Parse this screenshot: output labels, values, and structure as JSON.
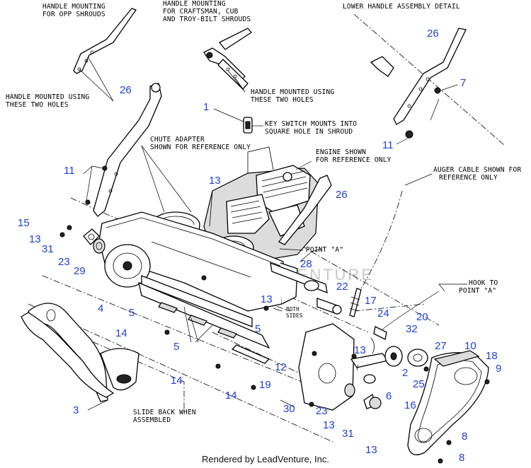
{
  "diagram": {
    "annotations": {
      "handle_mounting_opp": "HANDLE MOUNTING\nFOR OPP SHROUDS",
      "handle_mounting_craftsman": "HANDLE MOUNTING\nFOR CRAFTSMAN, CUB\nAND TROY-BILT SHROUDS",
      "lower_handle_detail": "LOWER HANDLE ASSEMBLY DETAIL",
      "handle_mounted_left": "HANDLE MOUNTED USING\nTHESE TWO HOLES",
      "handle_mounted_mid": "HANDLE MOUNTED USING\nTHESE TWO HOLES",
      "key_switch": "KEY SWITCH MOUNTS INTO\nSQUARE HOLE IN SHROUD",
      "chute_adapter": "CHUTE ADAPTER\nSHOWN FOR REFERENCE ONLY",
      "engine_shown": "ENGINE SHOWN\nFOR REFERENCE ONLY",
      "auger_cable": "AUGER CABLE SHOWN FOR\nREFERENCE ONLY",
      "point_a": "POINT \"A\"",
      "hook_to_point_a": "HOOK TO\nPOINT \"A\"",
      "both_sides": "BOTH\nSIDES",
      "slide_back": "SLIDE BACK WHEN\nASSEMBLED"
    },
    "watermark": "VENTURE",
    "footer": "Rendered by LeadVenture, Inc."
  },
  "callouts": [
    {
      "id": "c26a",
      "label": "26"
    },
    {
      "id": "c7",
      "label": "7"
    },
    {
      "id": "c1",
      "label": "1"
    },
    {
      "id": "c26b",
      "label": "26"
    },
    {
      "id": "c11a",
      "label": "11"
    },
    {
      "id": "c11b",
      "label": "11"
    },
    {
      "id": "c13a",
      "label": "13"
    },
    {
      "id": "c26c",
      "label": "26"
    },
    {
      "id": "c15",
      "label": "15"
    },
    {
      "id": "c13b",
      "label": "13"
    },
    {
      "id": "c31a",
      "label": "31"
    },
    {
      "id": "c23a",
      "label": "23"
    },
    {
      "id": "c29",
      "label": "29"
    },
    {
      "id": "c28",
      "label": "28"
    },
    {
      "id": "c22",
      "label": "22"
    },
    {
      "id": "c4",
      "label": "4"
    },
    {
      "id": "c5a",
      "label": "5"
    },
    {
      "id": "c13c",
      "label": "13"
    },
    {
      "id": "c17",
      "label": "17"
    },
    {
      "id": "c24",
      "label": "24"
    },
    {
      "id": "c20",
      "label": "20"
    },
    {
      "id": "c5b",
      "label": "5"
    },
    {
      "id": "c32",
      "label": "32"
    },
    {
      "id": "c14a",
      "label": "14"
    },
    {
      "id": "c5c",
      "label": "5"
    },
    {
      "id": "c13d",
      "label": "13"
    },
    {
      "id": "c27",
      "label": "27"
    },
    {
      "id": "c10",
      "label": "10"
    },
    {
      "id": "c18",
      "label": "18"
    },
    {
      "id": "c12",
      "label": "12"
    },
    {
      "id": "c9",
      "label": "9"
    },
    {
      "id": "c2",
      "label": "2"
    },
    {
      "id": "c14b",
      "label": "14"
    },
    {
      "id": "c25",
      "label": "25"
    },
    {
      "id": "c19",
      "label": "19"
    },
    {
      "id": "c6",
      "label": "6"
    },
    {
      "id": "c14c",
      "label": "14"
    },
    {
      "id": "c3",
      "label": "3"
    },
    {
      "id": "c30",
      "label": "30"
    },
    {
      "id": "c23b",
      "label": "23"
    },
    {
      "id": "c16",
      "label": "16"
    },
    {
      "id": "c13e",
      "label": "13"
    },
    {
      "id": "c31b",
      "label": "31"
    },
    {
      "id": "c8a",
      "label": "8"
    },
    {
      "id": "c13f",
      "label": "13"
    },
    {
      "id": "c8b",
      "label": "8"
    }
  ]
}
